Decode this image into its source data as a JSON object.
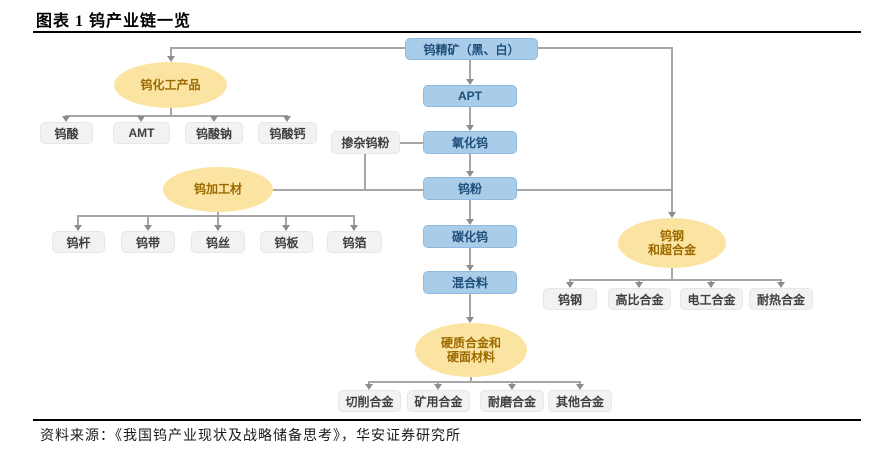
{
  "figure": {
    "title": "图表 1 钨产业链一览",
    "source": "资料来源：《我国钨产业现状及战略储备思考》，华安证券研究所"
  },
  "chain": {
    "concentrate": "钨精矿（黑、白）",
    "apt": "APT",
    "oxide": "氧化钨",
    "powder": "钨粉",
    "carbide": "碳化钨",
    "mixture": "混合料"
  },
  "side": {
    "doped_powder": "掺杂钨粉"
  },
  "groups": {
    "chemical": {
      "label": "钨化工产品",
      "children": [
        "钨酸",
        "AMT",
        "钨酸钠",
        "钨酸钙"
      ]
    },
    "processed": {
      "label": "钨加工材",
      "children": [
        "钨杆",
        "钨带",
        "钨丝",
        "钨板",
        "钨箔"
      ]
    },
    "steel": {
      "label_line1": "钨钢",
      "label_line2": "和超合金",
      "children": [
        "钨钢",
        "高比合金",
        "电工合金",
        "耐热合金"
      ]
    },
    "hard": {
      "label_line1": "硬质合金和",
      "label_line2": "硬面材料",
      "children": [
        "切削合金",
        "矿用合金",
        "耐磨合金",
        "其他合金"
      ]
    }
  },
  "colors": {
    "process_box_fill": "#A9CDE9",
    "process_box_text": "#1F4E79",
    "category_ellipse_fill": "#FBE4A2",
    "category_ellipse_text": "#9C6A00",
    "product_box_fill": "#F2F2F2",
    "connector": "#A6A6A6"
  }
}
